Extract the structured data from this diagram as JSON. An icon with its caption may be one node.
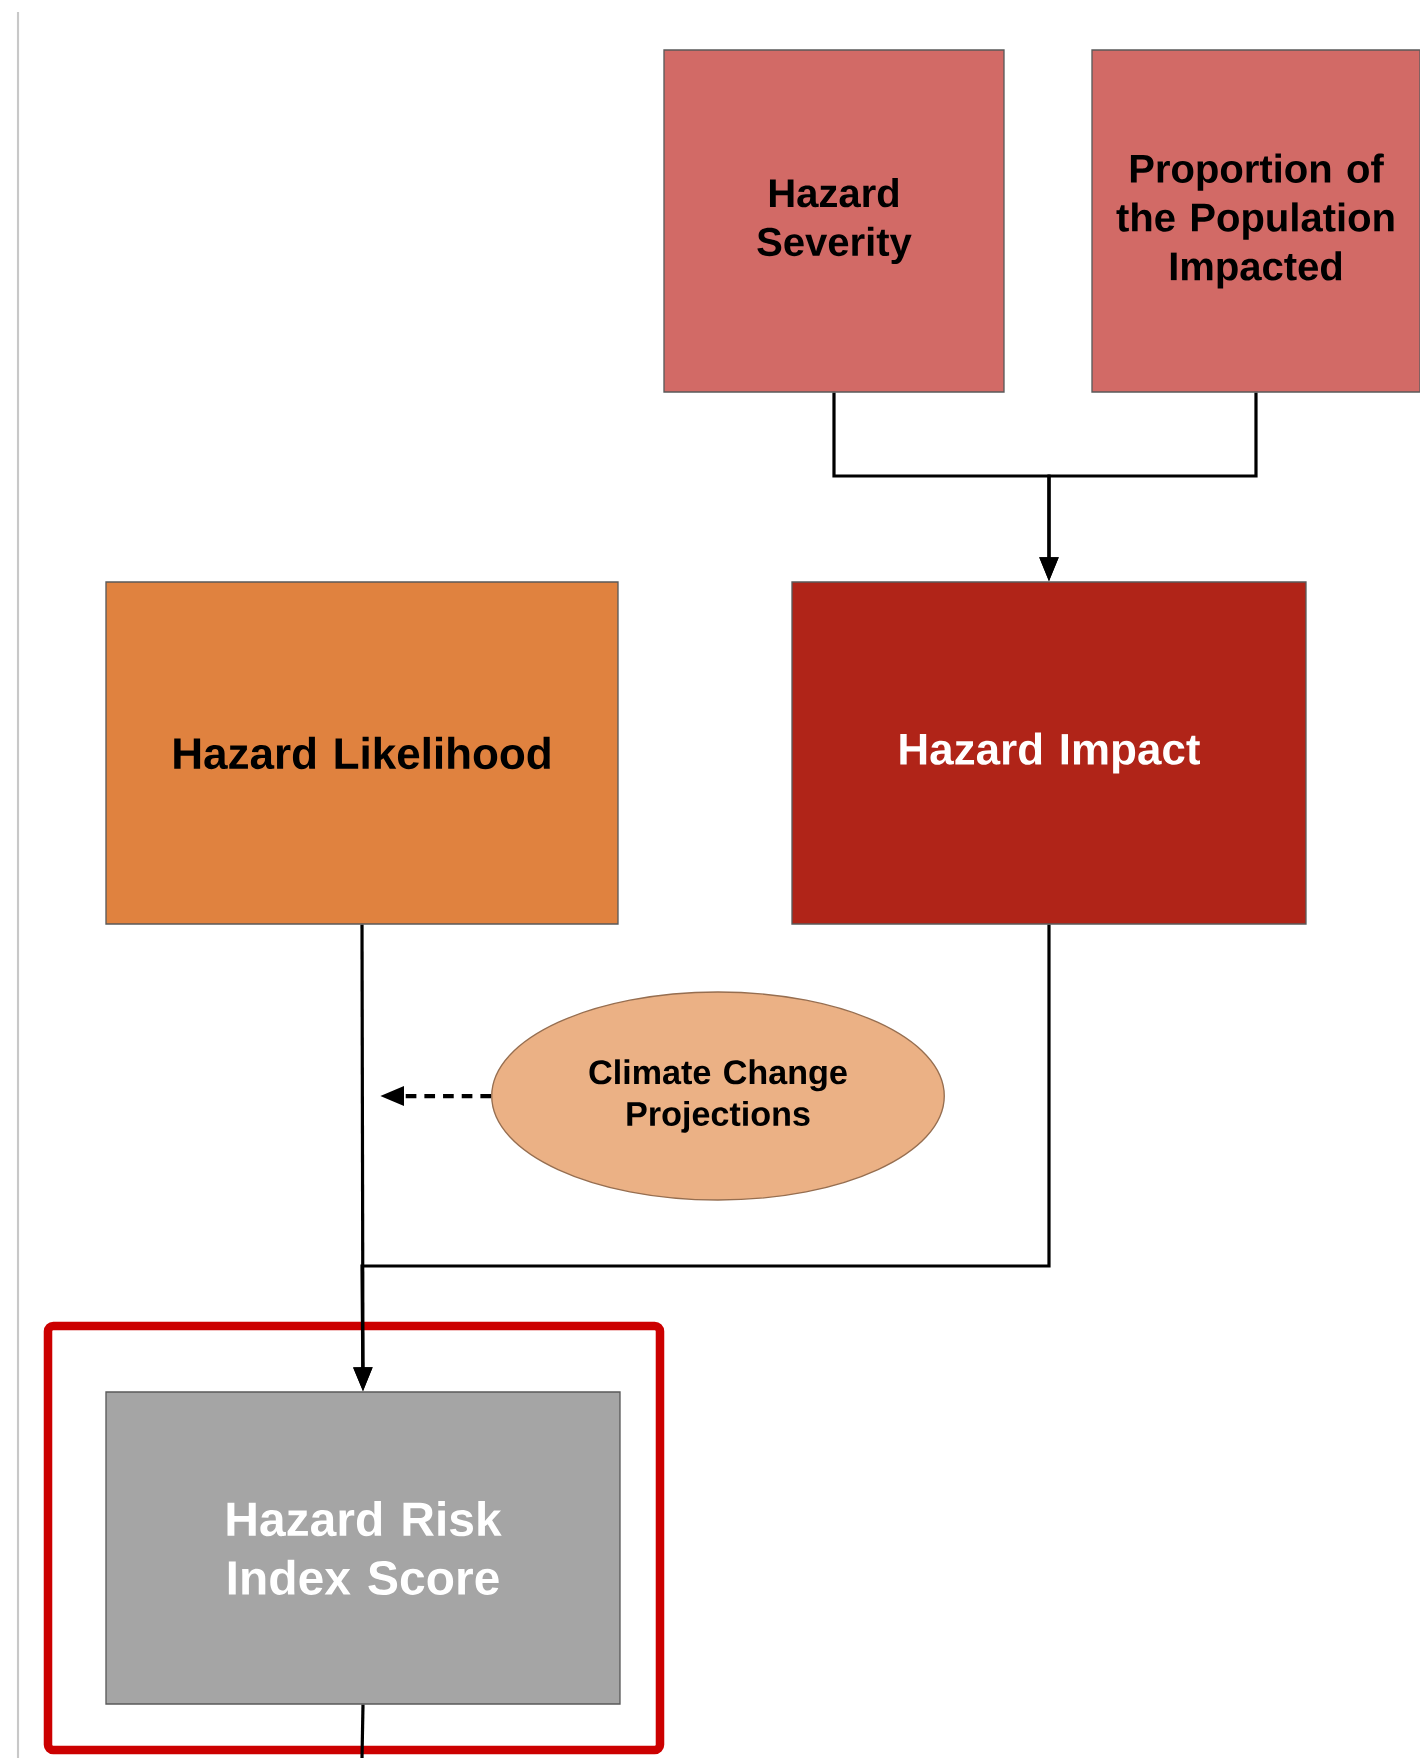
{
  "diagram": {
    "nodes": [
      {
        "text": [
          "Hazard Severity"
        ]
      },
      {
        "text": [
          "Proportion of the Population Impacted"
        ]
      },
      {
        "text": [
          "Hazard Likelihood"
        ]
      },
      {
        "text": [
          "Hazard Impact"
        ]
      },
      {
        "text": [
          "Climate Change Projections"
        ]
      },
      {
        "text": [],
        "shape": "box"
      },
      {
        "text": [
          "Hazard Risk Index Score"
        ],
        "in": 5
      }
    ],
    "edges": [
      {
        "from": 0,
        "to": 3,
        "arrow": "to"
      },
      {
        "from": 1,
        "to": 3,
        "arrow": "to"
      },
      {
        "from": 2,
        "to": 6,
        "arrow": "to"
      },
      {
        "from": 3,
        "to": 6,
        "arrow": "to"
      },
      {
        "from": 4,
        "to": null,
        "arrow": "to",
        "style": "dashed"
      },
      {
        "from": 6,
        "to": null,
        "arrow": "none"
      }
    ]
  }
}
